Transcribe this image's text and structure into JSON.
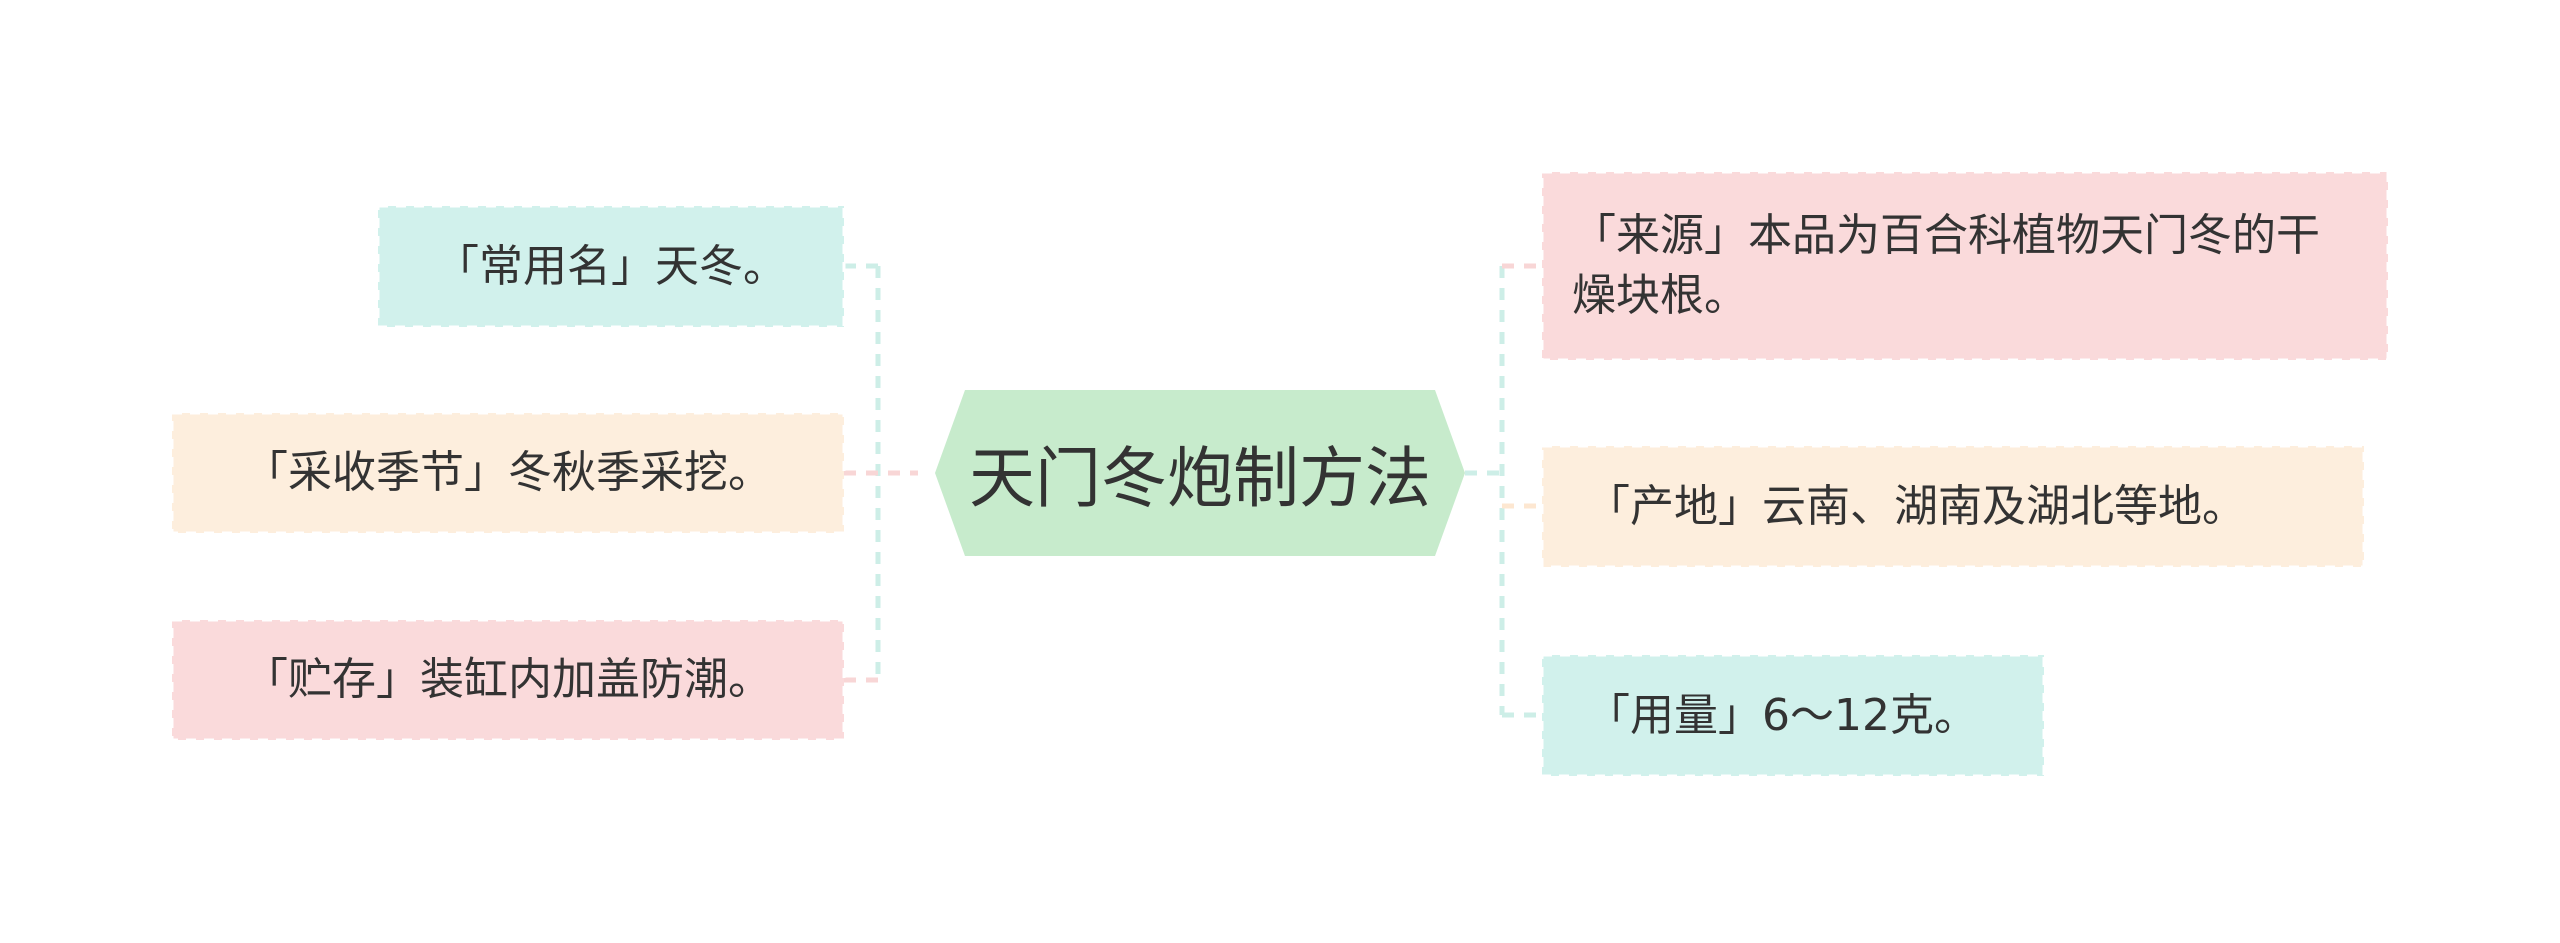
{
  "root": {
    "label": "天门冬炮制方法",
    "color": "#c7ebcc"
  },
  "left_branches": [
    {
      "label": "「常用名」天冬。",
      "color": "#d1f1ec",
      "line_color": "#cdeee7"
    },
    {
      "label": "「采收季节」冬秋季采挖。",
      "color": "#fdeedd",
      "line_color": "#f8d6d6"
    },
    {
      "label": "「贮存」装缸内加盖防潮。",
      "color": "#fadadb",
      "line_color": "#f8d6d6"
    }
  ],
  "right_branches": [
    {
      "label": "「来源」本品为百合科植物天门冬的干燥块根。",
      "color": "#fadadb",
      "line_color": "#f8d6d6"
    },
    {
      "label": "「产地」云南、湖南及湖北等地。",
      "color": "#fdeedd",
      "line_color": "#fde7d1"
    },
    {
      "label": "「用量」6～12克。",
      "color": "#d1f1ec",
      "line_color": "#cdeee7"
    }
  ]
}
